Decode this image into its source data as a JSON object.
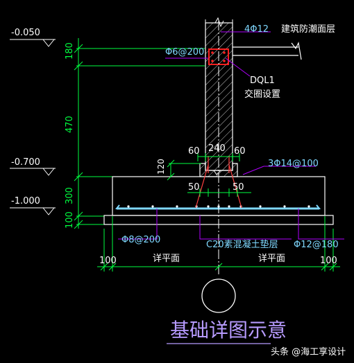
{
  "elevations": {
    "top": "-0.050",
    "mid": "-0.700",
    "bottom": "-1.000"
  },
  "dimensions": {
    "d180": "180",
    "d470": "470",
    "d300": "300",
    "d100_vert": "100",
    "d120": "120",
    "d60_left": "60",
    "d240": "240",
    "d60_right": "60",
    "d50_left": "50",
    "d50_right": "50",
    "d100_left": "100",
    "d100_right": "100",
    "ext_left": "详平面",
    "ext_right": "详平面"
  },
  "labels": {
    "rebar_top": "4Φ12",
    "stirrup": "Φ6@200",
    "floor_layer": "建筑防潮面层",
    "beam_code": "DQL1",
    "beam_note": "交圈设置",
    "mesh_top": "3Φ14@100",
    "bottom_left": "Φ8@200",
    "cushion": "C20素混凝土垫层",
    "bottom_right": "Φ12@180"
  },
  "caption": "基础详图示意",
  "watermark": "头条 @海工享设计",
  "colors": {
    "dimension": "#00ff40",
    "wall": "#ffffff",
    "rebar": "#7fd8ff",
    "beam": "#ff2020",
    "leader": "#b000ff"
  }
}
